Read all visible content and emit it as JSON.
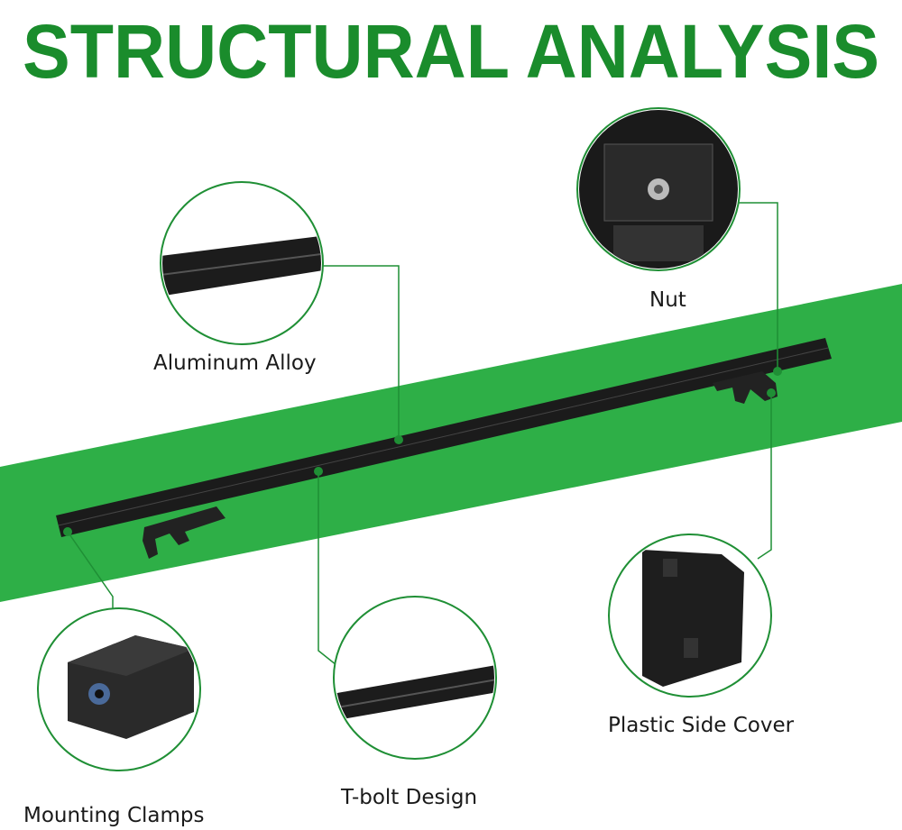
{
  "title": "STRUCTURAL ANALYSIS",
  "colors": {
    "title": "#1a8c2c",
    "band": "#2eaf47",
    "bar": "#1b1b1b",
    "leader": "#1f8f35"
  },
  "callouts": {
    "aluminum": "Aluminum Alloy",
    "nut": "Nut",
    "side_cover": "Plastic Side Cover",
    "clamps": "Mounting Clamps",
    "tbolt": "T-bolt Design"
  }
}
